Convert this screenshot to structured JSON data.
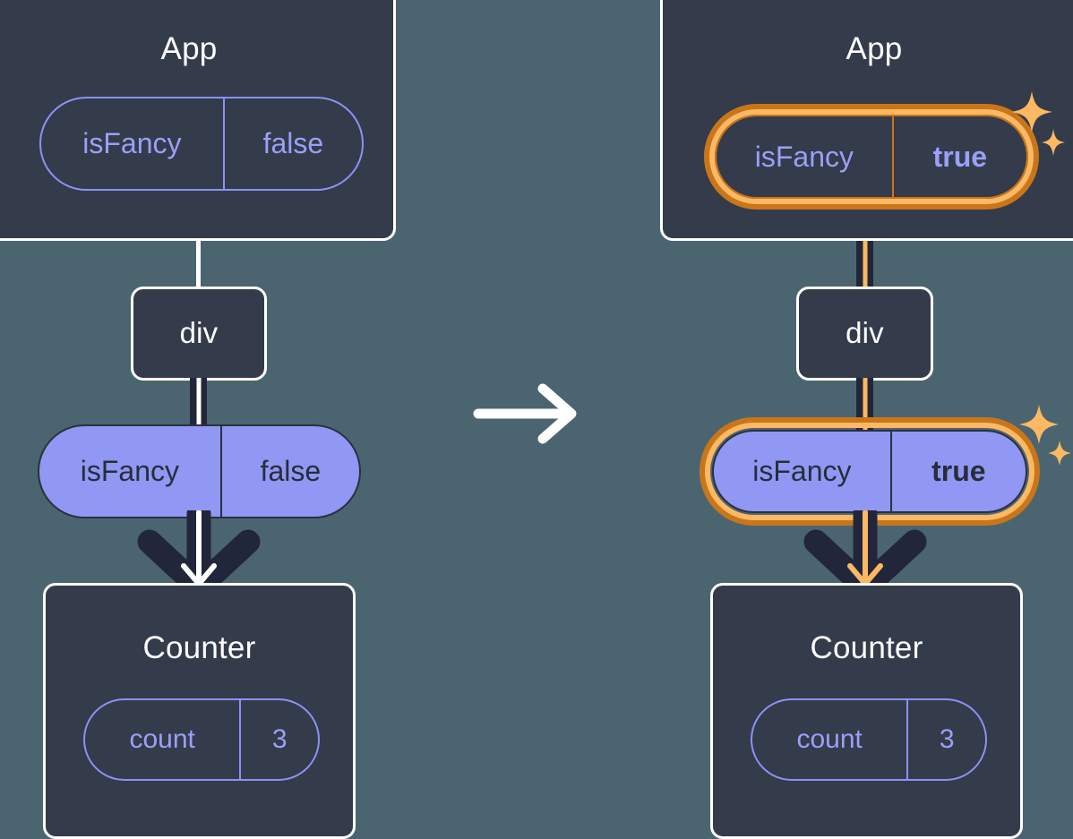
{
  "diagram": {
    "type": "react-state-flow",
    "background_color": "#4b6570",
    "box_color": "#343b4a",
    "pill_fill_color": "#9098f4",
    "pill_outline_color": "#8b92f6",
    "highlight_color": "#fcb862",
    "highlight_shadow_color": "#c9761b",
    "transition_icon": "arrow-right-icon"
  },
  "before": {
    "app": {
      "title": "App",
      "state": {
        "key": "isFancy",
        "value": "false"
      }
    },
    "div": {
      "label": "div"
    },
    "prop": {
      "key": "isFancy",
      "value": "false"
    },
    "counter": {
      "title": "Counter",
      "state": {
        "key": "count",
        "value": "3"
      }
    }
  },
  "after": {
    "app": {
      "title": "App",
      "state": {
        "key": "isFancy",
        "value": "true"
      },
      "highlighted": true,
      "sparkle_icon": "sparkles-icon"
    },
    "div": {
      "label": "div"
    },
    "prop": {
      "key": "isFancy",
      "value": "true",
      "highlighted": true,
      "sparkle_icon": "sparkles-icon"
    },
    "counter": {
      "title": "Counter",
      "state": {
        "key": "count",
        "value": "3"
      }
    }
  }
}
